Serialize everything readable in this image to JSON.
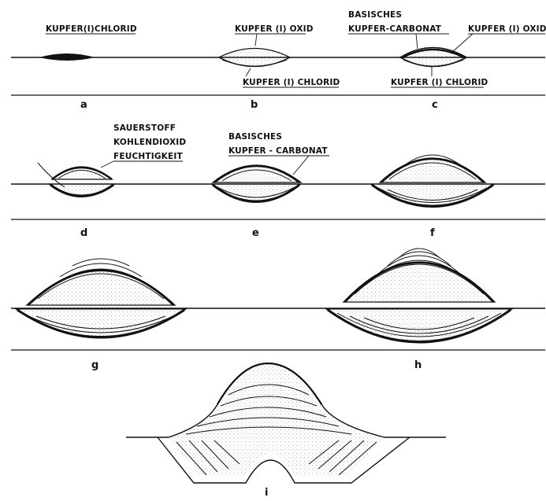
{
  "labels": {
    "a_cucl": "KUPFER(I)CHLORID",
    "b_cu2o": "KUPFER (I) OXID",
    "b_cucl": "KUPFER (I) CHLORID",
    "c_basisches": "BASISCHES",
    "c_carbonat": "KUPFER-CARBONAT",
    "c_cu2o": "KUPFER (I) OXID",
    "c_cucl": "KUPFER (I) CHLORID",
    "d_sauerstoff": "SAUERSTOFF",
    "d_kohlendioxid": "KOHLENDIOXID",
    "d_feuchtigkeit": "FEUCHTIGKEIT",
    "e_basisches": "BASISCHES",
    "e_carbonat": "KUPFER - CARBONAT"
  },
  "panels": [
    "a",
    "b",
    "c",
    "d",
    "e",
    "f",
    "g",
    "h",
    "i"
  ],
  "colors": {
    "ink": "#111111",
    "dots": "#9a9a9a",
    "background": "#ffffff"
  }
}
